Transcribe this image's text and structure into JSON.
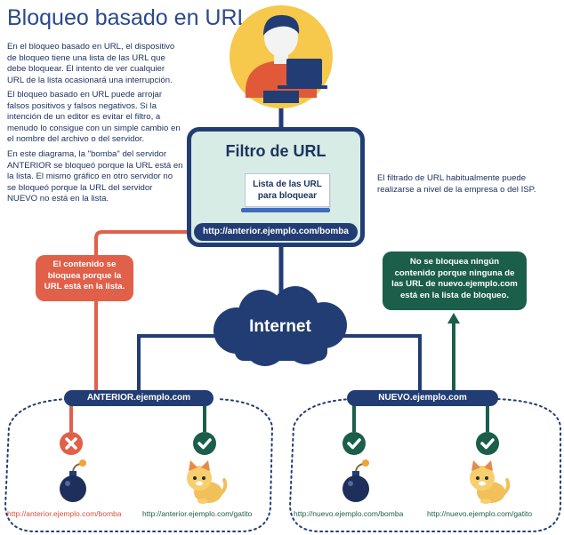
{
  "title": "Bloqueo basado en URL",
  "paragraphs": [
    "En el bloqueo basado en URL, el dispositivo de bloqueo tiene una lista de las URL que debe bloquear. El intento de ver cualquier URL de la lista ocasionará una interrupción.",
    "El bloqueo basado en URL puede arrojar falsos positivos y falsos negativos. Si la intención de un editor es evitar el filtro, a menudo lo consigue con un simple cambio en el nombre del archivo o del servidor.",
    "En este diagrama, la \"bomba\" del servidor ANTERIOR se bloqueó porque la URL está en la lista. El mismo gráfico en otro servidor no se bloqueó porque la URL del servidor NUEVO no está en la lista."
  ],
  "filter": {
    "title": "Filtro de URL",
    "list_label": "Lista de las URL para bloquear",
    "blocked_url": "http://anterior.ejemplo.com/bomba"
  },
  "side_note": "El filtrado de URL habitualmente puede realizarse a nivel de la empresa o del ISP.",
  "callout_blocked": "El contenido se bloquea porque la URL está en la lista.",
  "callout_allowed": "No se bloquea ningún contenido porque ninguna de las URL de nuevo.ejemplo.com está en la lista de  bloqueo.",
  "internet_label": "Internet",
  "servers": {
    "old": {
      "name": "ANTERIOR.ejemplo.com",
      "url_bomb": "http://anterior.ejemplo.com/bomba",
      "url_cat": "http://anterior.ejemplo.com/gatito"
    },
    "new": {
      "name": "NUEVO.ejemplo.com",
      "url_bomb": "http://nuevo.ejemplo.com/bomba",
      "url_cat": "http://nuevo.ejemplo.com/gatito"
    }
  },
  "colors": {
    "navy": "#223d74",
    "filter_bg": "#d8ece6",
    "blocked": "#e0604a",
    "allowed": "#1b5e4a",
    "url_red": "#d9503a",
    "url_green": "#1b5e4a",
    "user_circle": "#f6c84b",
    "shirt": "#e05a3a"
  },
  "icons": [
    "user-icon",
    "laptop-icon",
    "cloud-icon",
    "bomb-icon",
    "kitten-icon",
    "check-icon",
    "cross-icon"
  ]
}
